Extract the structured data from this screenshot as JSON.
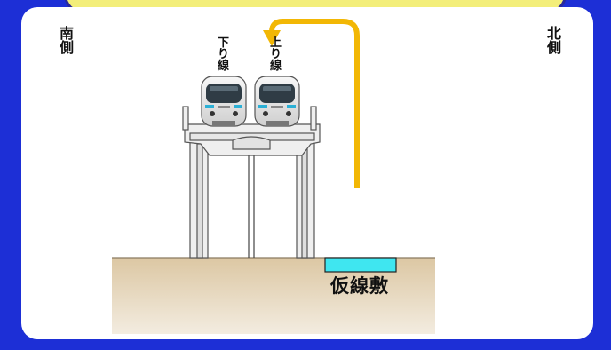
{
  "labels": {
    "south": "南側",
    "north": "北側",
    "down_line": "下り線",
    "up_line": "上り線",
    "temporary_track": "仮線敷"
  },
  "colors": {
    "background": "#1d2fd6",
    "panel": "#ffffff",
    "ground": "#e4d3b6",
    "arrow": "#f2b705",
    "temporary_track": "#3fe6f0",
    "structure": "#efefef",
    "banner": "#f3ee7a"
  },
  "icons": [
    "train-front-icon",
    "train-front-icon",
    "curved-arrow-icon"
  ]
}
